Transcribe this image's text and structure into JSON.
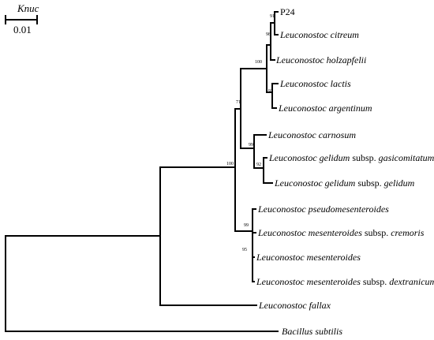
{
  "scale": {
    "title": "Knuc",
    "label": "0.01"
  },
  "taxa": {
    "p24": {
      "name": "P24"
    },
    "citreum": {
      "genus_species": "Leuconostoc citreum"
    },
    "holzapfelii": {
      "genus_species": "Leuconostoc holzapfelii"
    },
    "lactis": {
      "genus_species": "Leuconostoc lactis"
    },
    "argentinum": {
      "genus_species": "Leuconostoc argentinum"
    },
    "carnosum": {
      "genus_species": "Leuconostoc carnosum"
    },
    "gasicomitatum": {
      "genus_species": "Leuconostoc gelidum",
      "rank": " subsp. ",
      "subspecies": "gasicomitatum"
    },
    "gelidum": {
      "genus_species": "Leuconostoc gelidum",
      "rank": " subsp. ",
      "subspecies": "gelidum"
    },
    "pseudomesenteroides": {
      "genus_species": "Leuconostoc pseudomesenteroides"
    },
    "cremoris": {
      "genus_species": "Leuconostoc mesenteroides",
      "rank": " subsp. ",
      "subspecies": "cremoris"
    },
    "mesenteroides": {
      "genus_species": "Leuconostoc mesenteroides"
    },
    "dextranicum": {
      "genus_species": "Leuconostoc mesenteroides",
      "rank": " subsp. ",
      "subspecies": "dextranicum"
    },
    "fallax": {
      "genus_species": "Leuconostoc fallax"
    },
    "bacillus": {
      "genus_species": "Bacillus subtilis"
    }
  },
  "bootstrap": {
    "p24_citreum": "91",
    "p24_citreum_holzapfelii": "98",
    "citreum_group": "100",
    "lactis_argentinum": "92",
    "upper_clade": "71",
    "carnosum_gelidum": "99",
    "gelidum_pair": "92",
    "leuconostoc_core": "100",
    "mesenteroides_group": "99",
    "mesenteroides_pair": "95"
  }
}
